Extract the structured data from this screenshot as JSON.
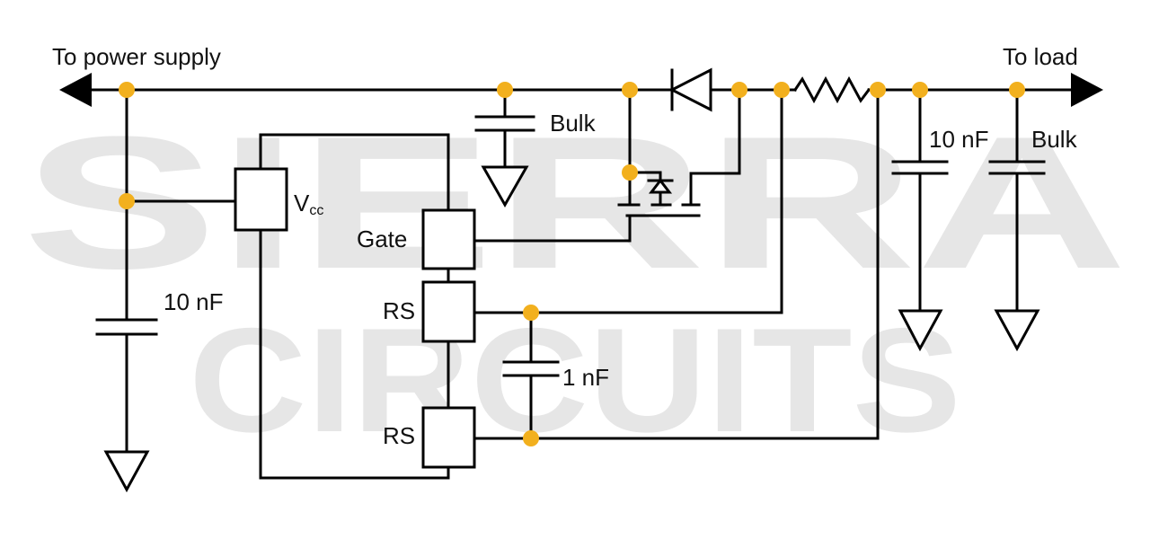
{
  "watermark": {
    "line1": "SIERRA",
    "line2": "CIRCUITS"
  },
  "labels": {
    "to_power_supply": "To power supply",
    "to_load": "To load",
    "bulk_top": "Bulk",
    "bulk_right": "Bulk",
    "cap_10nf_left": "10 nF",
    "cap_10nf_right": "10 nF",
    "cap_1nf": "1 nF",
    "vcc_main": "V",
    "vcc_sub": "cc",
    "gate": "Gate",
    "rs_top": "RS",
    "rs_bottom": "RS"
  },
  "colors": {
    "wire": "#000000",
    "node": "#f2b01e",
    "watermark": "#e6e6e6"
  }
}
